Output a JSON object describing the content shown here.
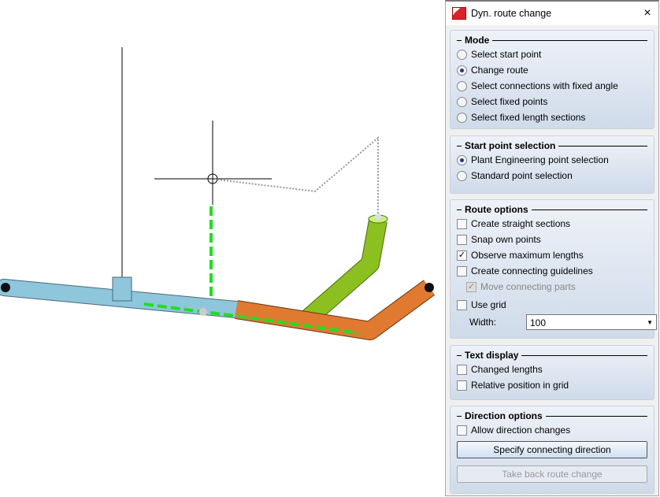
{
  "dialog": {
    "title": "Dyn. route change",
    "close": "×"
  },
  "mode": {
    "title": "Mode",
    "options": [
      "Select start point",
      "Change route",
      "Select connections with fixed angle",
      "Select fixed points",
      "Select fixed length sections"
    ],
    "selected": 1
  },
  "start": {
    "title": "Start point selection",
    "options": [
      "Plant Engineering point selection",
      "Standard point selection"
    ],
    "selected": 0
  },
  "route": {
    "title": "Route options",
    "straight": "Create straight sections",
    "snap": "Snap own points",
    "observe": "Observe maximum lengths",
    "guidelines": "Create connecting guidelines",
    "move": "Move connecting parts",
    "grid": "Use grid",
    "width_label": "Width:",
    "width_value": "100",
    "checked": {
      "observe": true,
      "move": true
    }
  },
  "text": {
    "title": "Text display",
    "changed": "Changed lengths",
    "relative": "Relative position in grid"
  },
  "direction": {
    "title": "Direction options",
    "allow": "Allow direction changes",
    "specify": "Specify connecting direction",
    "takeback": "Take back route change"
  },
  "colors": {
    "blue_pipe": "#8ec6dc",
    "orange_pipe": "#e07a30",
    "green_pipe": "#8cc020",
    "route_line": "#22dd22"
  }
}
